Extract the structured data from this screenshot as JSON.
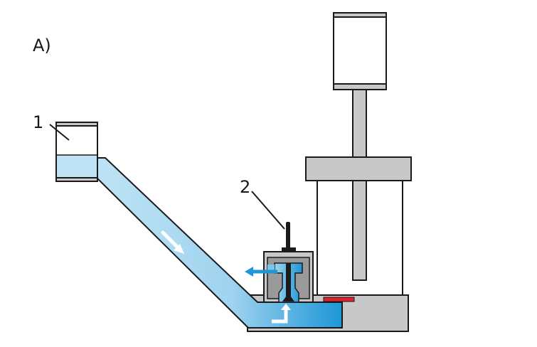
{
  "panel_label": "A)",
  "callouts": [
    {
      "id": "1",
      "text": "1"
    },
    {
      "id": "2",
      "text": "2"
    }
  ],
  "colors": {
    "water_light": "#bfe3f5",
    "water_mid": "#7cc4ea",
    "water_dark": "#1d96d6",
    "arrow_blue": "#1d96d6",
    "steel_gray": "#c8c8c8",
    "dark_gray": "#9a9a9a",
    "outline": "#1a1a1a",
    "seal_red": "#e2222e",
    "white": "#ffffff"
  }
}
